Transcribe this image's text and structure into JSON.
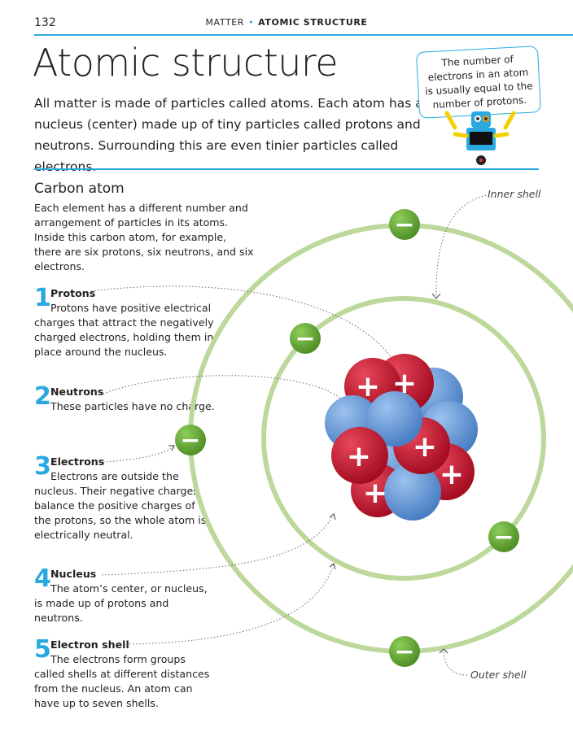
{
  "header": {
    "page_number": "132",
    "section": "MATTER",
    "topic": "ATOMIC STRUCTURE"
  },
  "title": "Atomic structure",
  "intro": "All matter is made of particles called atoms. Each atom has a nucleus (center) made up of tiny particles called protons and neutrons. Surrounding this are even tinier particles called electrons.",
  "callout": "The number of electrons in an atom is usually equal to the number of protons.",
  "carbon": {
    "heading": "Carbon atom",
    "description": "Each element has a different number and arrangement of particles in its atoms. Inside this carbon atom, for example, there are six protons, six neutrons, and six electrons."
  },
  "items": [
    {
      "num": "1",
      "head": "Protons",
      "body": "Protons have positive electrical charges that attract the negatively charged electrons, holding them in place around the nucleus."
    },
    {
      "num": "2",
      "head": "Neutrons",
      "body": "These particles have no charge."
    },
    {
      "num": "3",
      "head": "Electrons",
      "body": "Electrons are outside the nucleus. Their negative charges balance the positive charges of the protons, so the whole atom is electrically neutral."
    },
    {
      "num": "4",
      "head": "Nucleus",
      "body": "The atom’s center, or nucleus, is made up of protons and neutrons."
    },
    {
      "num": "5",
      "head": "Electron shell",
      "body": "The electrons form groups called shells at different distances from the nucleus. An atom can have up to seven shells."
    }
  ],
  "diagram": {
    "inner_shell_label": "Inner shell",
    "outer_shell_label": "Outer shell",
    "proton_symbol": "+",
    "electron_symbol": "−"
  },
  "colors": {
    "accent": "#29a9df",
    "proton": "#c8102e",
    "neutron": "#6f9fd8",
    "electron": "#6aaa3a",
    "shell": "#bcd89a"
  }
}
